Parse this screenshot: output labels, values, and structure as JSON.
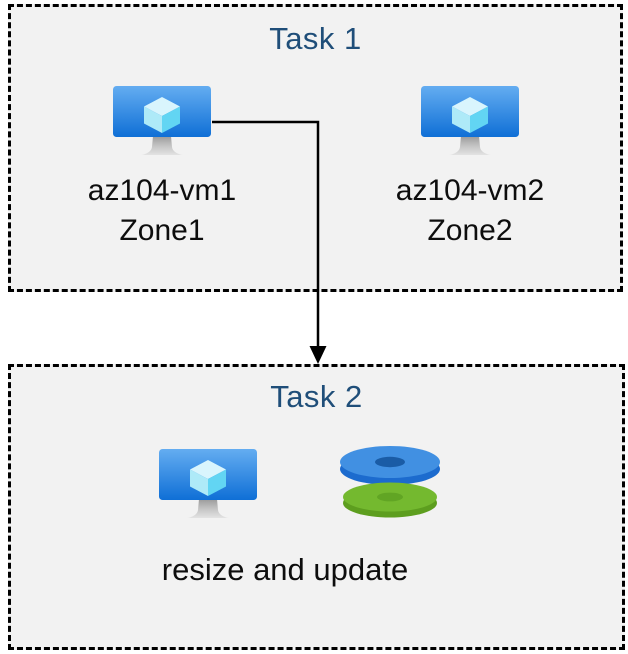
{
  "task1": {
    "title": "Task 1",
    "vms": [
      {
        "name": "az104-vm1",
        "zone": "Zone1"
      },
      {
        "name": "az104-vm2",
        "zone": "Zone2"
      }
    ]
  },
  "task2": {
    "title": "Task 2",
    "caption": "resize and update",
    "icons": [
      "azure-virtual-machine-icon",
      "azure-managed-disks-icon"
    ]
  },
  "connector": {
    "from": "az104-vm1",
    "to": "Task 2",
    "style": "elbow-arrow"
  },
  "colors": {
    "canvas_bg": "#ffffff",
    "box_bg": "#f2f2f2",
    "box_border": "#000000",
    "title_text": "#1f4e79",
    "label_text": "#0d0d0d",
    "arrow": "#000000",
    "vm_screen_top": "#64adf1",
    "vm_screen_bottom": "#0f6fd6",
    "cube_top": "#d9f5fd",
    "cube_left": "#aeeaf8",
    "cube_right": "#62d5f3",
    "stand_dark": "#9a9a9a",
    "stand_light": "#e3e3e3",
    "disk_blue_top": "#4190e2",
    "disk_blue_side": "#1c6bce",
    "disk_blue_hole": "#1a5ca6",
    "disk_green_top": "#74b92f",
    "disk_green_side": "#5d9e1f",
    "disk_green_hole": "#61a524"
  }
}
